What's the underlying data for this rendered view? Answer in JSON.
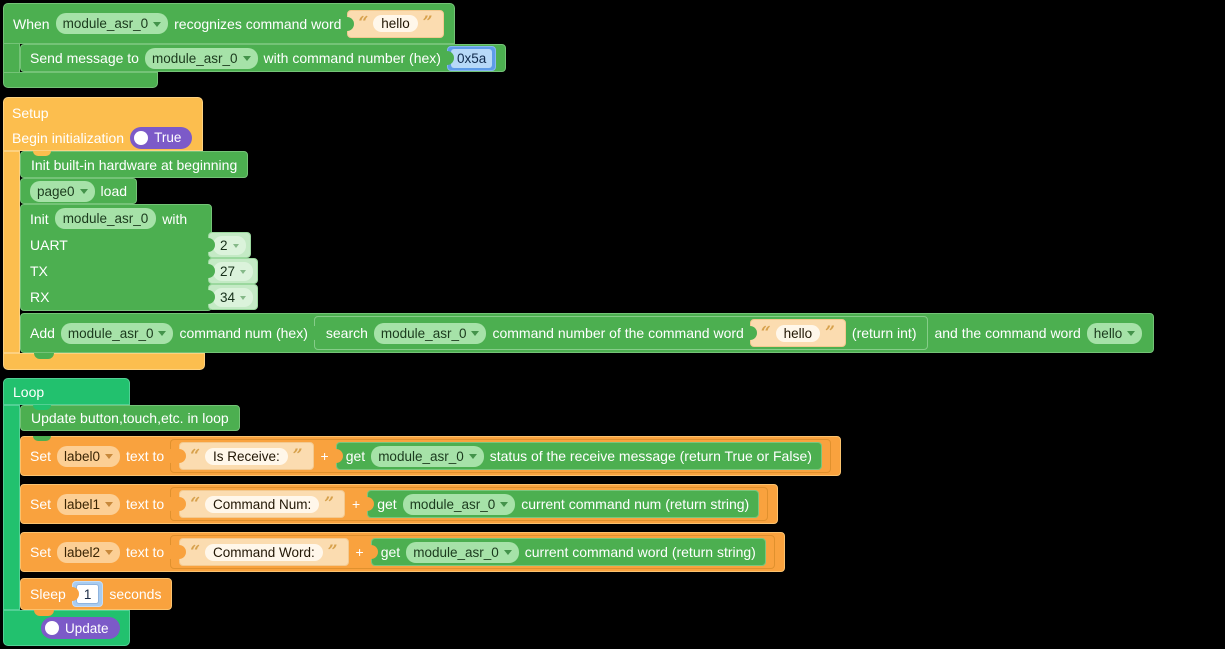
{
  "palette": {
    "block_green": "#4CAF50",
    "loop_teal": "#22C16E",
    "setup_orange": "#FCBE4E",
    "set_orange": "#F9A23E",
    "string_tan": "#FBDCB0",
    "number_blue": "#5E9CE8",
    "toggle_purple": "#7C5AC8"
  },
  "when_block": {
    "when": "When",
    "module_dropdown": "module_asr_0",
    "recognizes": "recognizes command word",
    "command_word": "hello",
    "send": {
      "send_to": "Send message to",
      "module_dropdown": "module_asr_0",
      "with_cmd": "with command number (hex)",
      "value": "0x5a"
    }
  },
  "setup_block": {
    "title": "Setup",
    "begin_init": "Begin initialization",
    "begin_toggle": "True",
    "init_hardware": "Init built-in hardware at beginning",
    "page": {
      "dropdown": "page0",
      "load": "load"
    },
    "init_module": {
      "init": "Init",
      "module_field": "module_asr_0",
      "with": "with",
      "pins": [
        {
          "label": "UART",
          "value": "2"
        },
        {
          "label": "TX",
          "value": "27"
        },
        {
          "label": "RX",
          "value": "34"
        }
      ]
    },
    "add_command": {
      "add": "Add",
      "module_dropdown": "module_asr_0",
      "cmd_num_hex": "command num (hex)",
      "search": {
        "search": "search",
        "module_dropdown": "module_asr_0",
        "cmd_number_of": "command number of the command word",
        "word": "hello",
        "return_int": "(return int)"
      },
      "and_word": "and the command word",
      "word_dropdown": "hello"
    }
  },
  "loop_block": {
    "title": "Loop",
    "update_hardware": "Update button,touch,etc. in loop",
    "set_rows": [
      {
        "set": "Set",
        "label_dropdown": "label0",
        "text_to": "text to",
        "string": "Is Receive:",
        "plus": "+",
        "get": "get",
        "module_dropdown": "module_asr_0",
        "desc": "status of the receive message (return True or False)"
      },
      {
        "set": "Set",
        "label_dropdown": "label1",
        "text_to": "text to",
        "string": "Command Num:",
        "plus": "+",
        "get": "get",
        "module_dropdown": "module_asr_0",
        "desc": "current command num (return string)"
      },
      {
        "set": "Set",
        "label_dropdown": "label2",
        "text_to": "text to",
        "string": "Command Word:",
        "plus": "+",
        "get": "get",
        "module_dropdown": "module_asr_0",
        "desc": "current command word (return string)"
      }
    ],
    "sleep": {
      "sleep": "Sleep",
      "value": "1",
      "seconds": "seconds"
    },
    "update_toggle": "Update"
  }
}
